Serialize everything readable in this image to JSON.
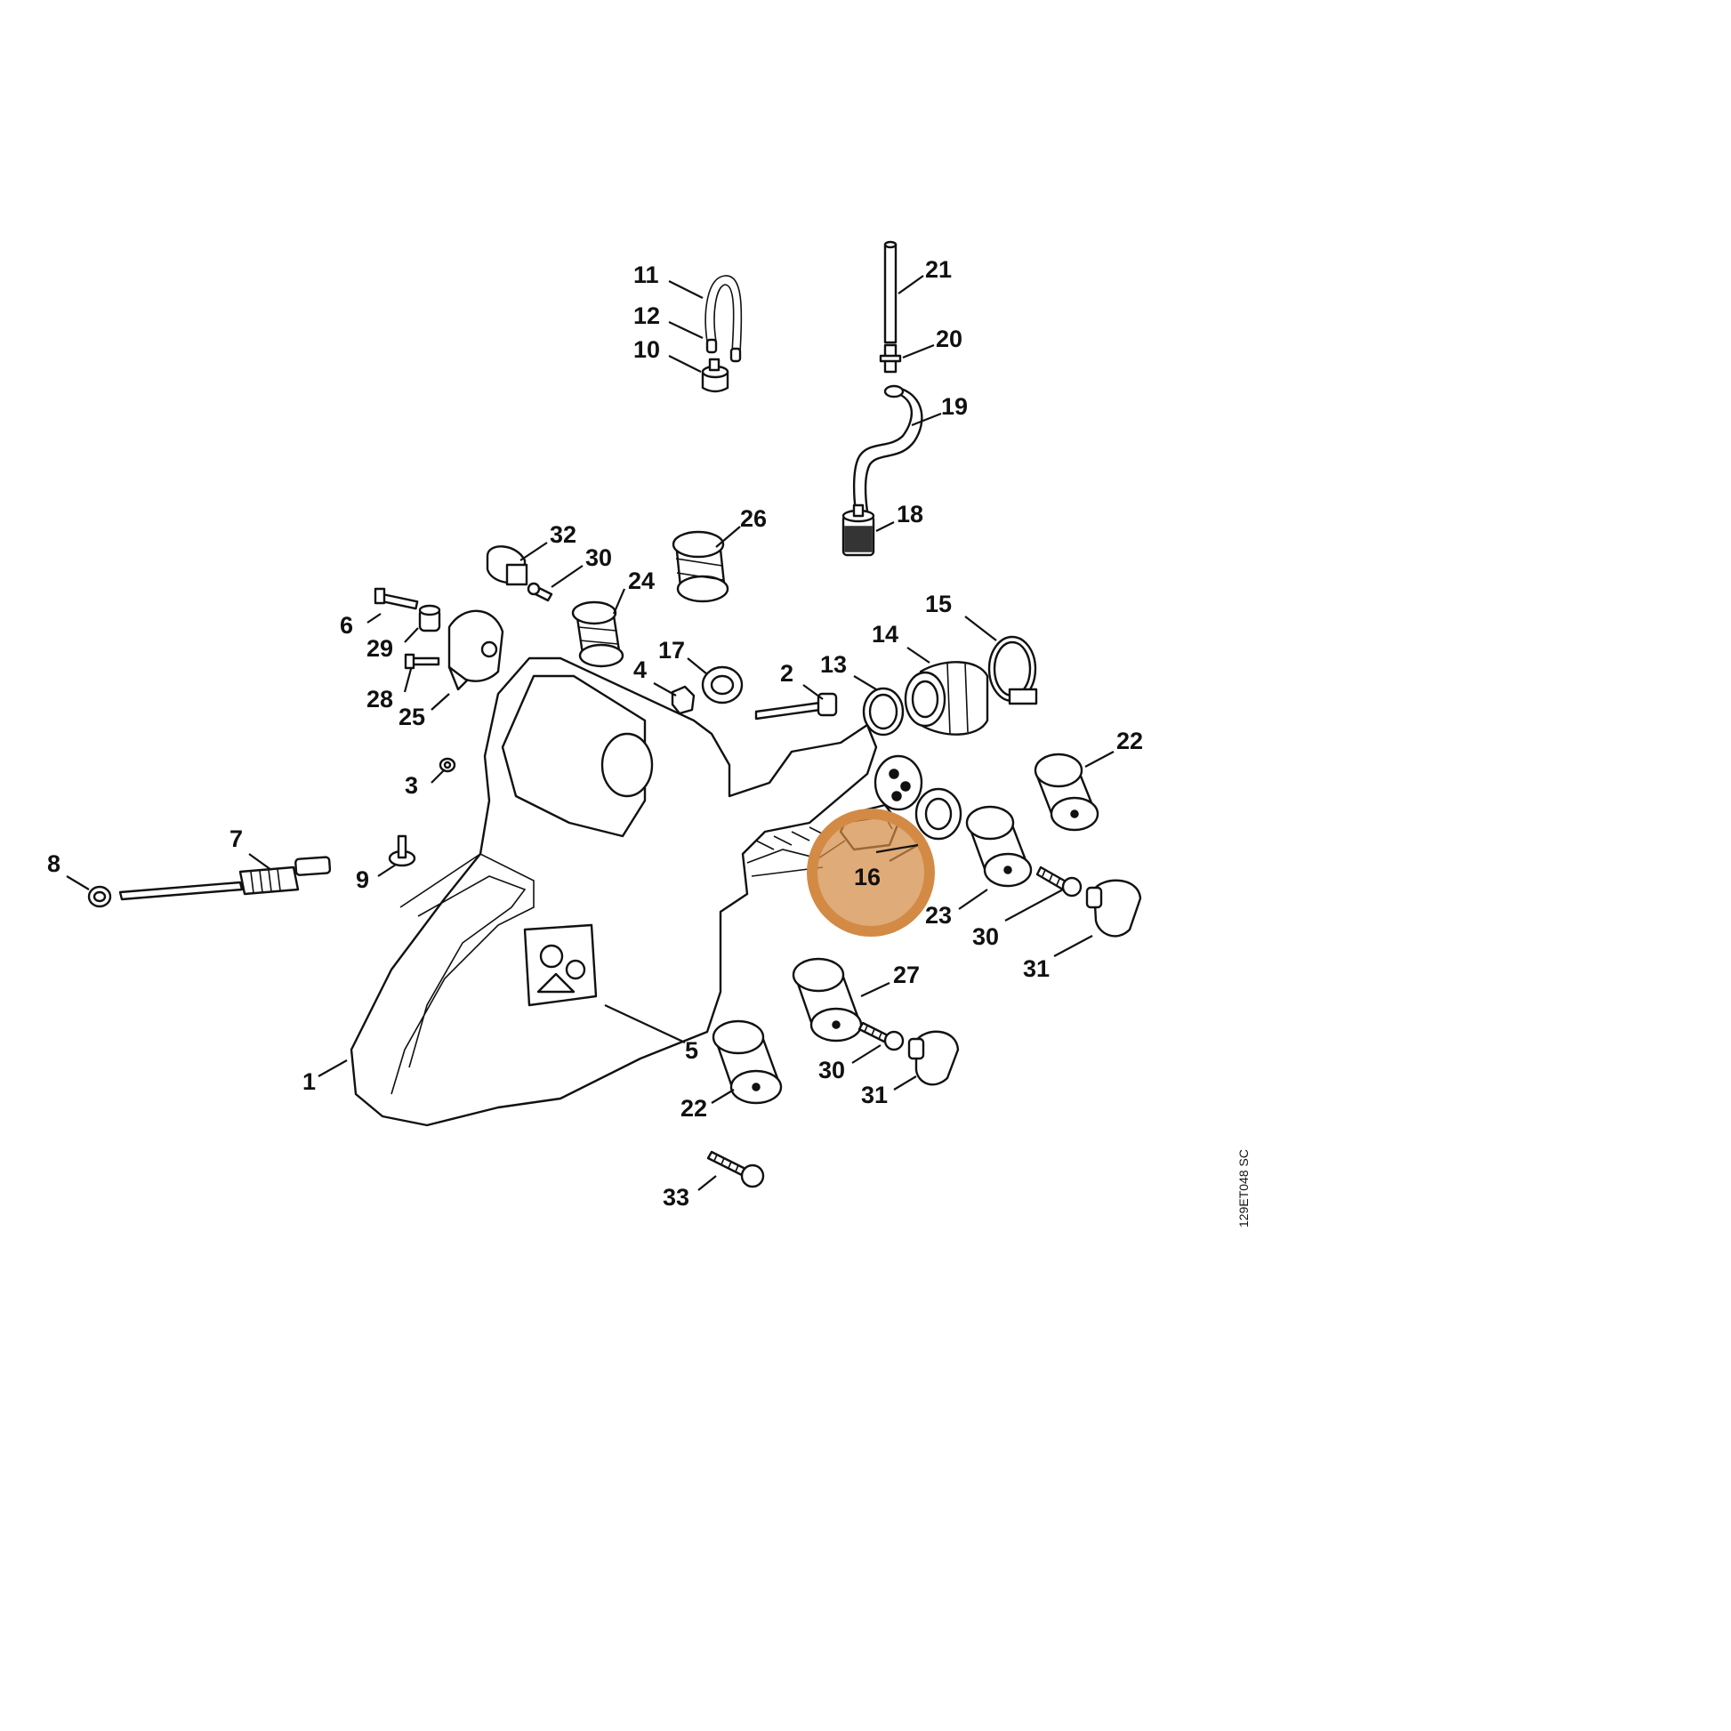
{
  "diagram": {
    "drawing_code": "129ET048 SC",
    "highlight_color": "#d38a45",
    "highlighted_callout": "16",
    "callouts": [
      {
        "id": "c11",
        "text": "11"
      },
      {
        "id": "c12",
        "text": "12"
      },
      {
        "id": "c10",
        "text": "10"
      },
      {
        "id": "c21",
        "text": "21"
      },
      {
        "id": "c20",
        "text": "20"
      },
      {
        "id": "c19",
        "text": "19"
      },
      {
        "id": "c18",
        "text": "18"
      },
      {
        "id": "c26",
        "text": "26"
      },
      {
        "id": "c32",
        "text": "32"
      },
      {
        "id": "c30a",
        "text": "30"
      },
      {
        "id": "c24",
        "text": "24"
      },
      {
        "id": "c6",
        "text": "6"
      },
      {
        "id": "c29",
        "text": "29"
      },
      {
        "id": "c28",
        "text": "28"
      },
      {
        "id": "c25",
        "text": "25"
      },
      {
        "id": "c17",
        "text": "17"
      },
      {
        "id": "c4",
        "text": "4"
      },
      {
        "id": "c2",
        "text": "2"
      },
      {
        "id": "c13",
        "text": "13"
      },
      {
        "id": "c14",
        "text": "14"
      },
      {
        "id": "c15",
        "text": "15"
      },
      {
        "id": "c22a",
        "text": "22"
      },
      {
        "id": "c3",
        "text": "3"
      },
      {
        "id": "c7",
        "text": "7"
      },
      {
        "id": "c8",
        "text": "8"
      },
      {
        "id": "c9",
        "text": "9"
      },
      {
        "id": "c16",
        "text": "16"
      },
      {
        "id": "c23",
        "text": "23"
      },
      {
        "id": "c30b",
        "text": "30"
      },
      {
        "id": "c31a",
        "text": "31"
      },
      {
        "id": "c27",
        "text": "27"
      },
      {
        "id": "c5",
        "text": "5"
      },
      {
        "id": "c1",
        "text": "1"
      },
      {
        "id": "c30c",
        "text": "30"
      },
      {
        "id": "c31b",
        "text": "31"
      },
      {
        "id": "c22b",
        "text": "22"
      },
      {
        "id": "c33",
        "text": "33"
      }
    ]
  }
}
